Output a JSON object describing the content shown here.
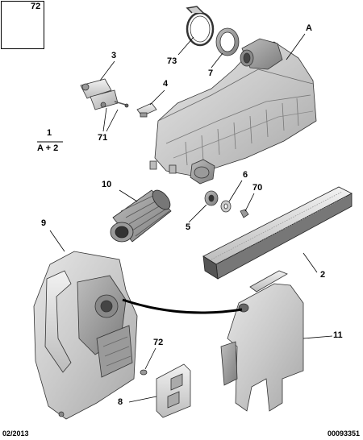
{
  "diagram": {
    "inset_label": "72",
    "callouts": {
      "A": "A",
      "n1": "1",
      "n1_sub": "A + 2",
      "n2": "2",
      "n3": "3",
      "n4": "4",
      "n5": "5",
      "n6": "6",
      "n7": "7",
      "n8": "8",
      "n9": "9",
      "n10": "10",
      "n11": "11",
      "n70": "70",
      "n71": "71",
      "n72": "72",
      "n73": "73"
    }
  },
  "footer": {
    "date": "02/2013",
    "reference": "00093351"
  }
}
